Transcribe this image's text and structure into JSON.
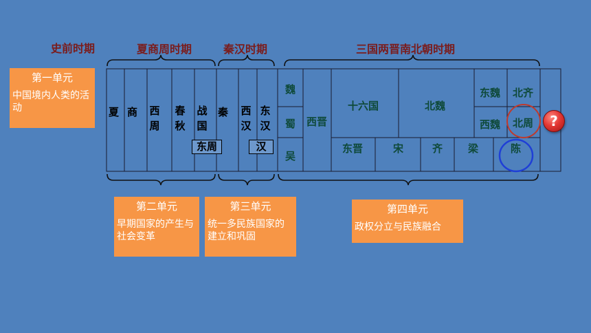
{
  "periods": {
    "prehistory": "史前时期",
    "xia_shang_zhou": "夏商周时期",
    "qin_han": "秦汉时期",
    "three_kingdoms": "三国两晋南北朝时期"
  },
  "units": {
    "unit1": {
      "title": "第一单元",
      "desc": "中国境内人类的活动"
    },
    "unit2": {
      "title": "第二单元",
      "desc": "早期国家的产生与社会变革"
    },
    "unit3": {
      "title": "第三单元",
      "desc": "统一多民族国家的建立和巩固"
    },
    "unit4": {
      "title": "第四单元",
      "desc": "政权分立与民族融合"
    }
  },
  "dynasties": {
    "xia": "夏",
    "shang": "商",
    "west_zhou": "西周",
    "spring_autumn": "春秋",
    "warring_states": "战国",
    "east_zhou": "东周",
    "qin": "秦",
    "west_han": "西汉",
    "east_han": "东汉",
    "han": "汉",
    "wei": "魏",
    "shu": "蜀",
    "wu": "吴",
    "west_jin": "西晋",
    "sixteen_kingdoms": "十六国",
    "north_wei": "北魏",
    "east_wei": "东魏",
    "north_qi": "北齐",
    "west_wei": "西魏",
    "north_zhou": "北周",
    "east_jin": "东晋",
    "song": "宋",
    "qi": "齐",
    "liang": "梁",
    "chen": "陈"
  },
  "question_mark": "?",
  "colors": {
    "background": "#4f81bd",
    "unit_box": "#f79646",
    "period_title": "#7a1c1c",
    "dynasty_green": "#0f4a3a",
    "red_circle": "#c0392b",
    "blue_circle": "#1f3fd6"
  }
}
